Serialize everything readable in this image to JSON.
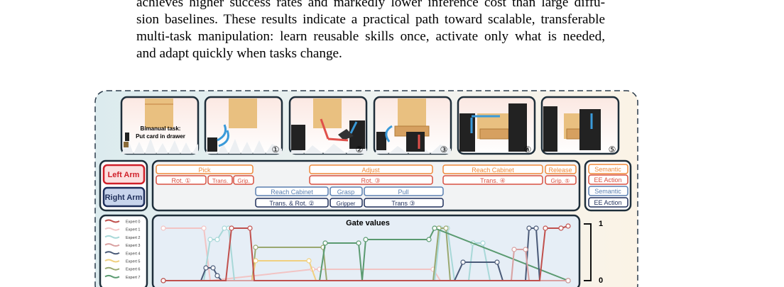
{
  "paragraph": {
    "lines": [
      "achieves higher success rates and markedly lower inference cost than large diffu-",
      "sion baselines. These results indicate a practical path toward scalable, transferable",
      "multi-task manipulation: learn reusable skills once, activate only what is needed,",
      "and adapt quickly when tasks change."
    ]
  },
  "figure": {
    "task_label_line1": "Bimanual task:",
    "task_label_line2": "Put card in drawer",
    "step_numbers": [
      "①",
      "②",
      "③",
      "④",
      "⑤"
    ],
    "arm_labels": {
      "left": "Left Arm",
      "right": "Right Arm"
    },
    "left_arm": {
      "semantic": [
        {
          "label": "Pick"
        },
        {
          "label": "Adjust"
        },
        {
          "label": "Reach Cabinet"
        },
        {
          "label": "Release"
        }
      ],
      "actions": [
        {
          "label": "Rot. ①"
        },
        {
          "label": "Trans."
        },
        {
          "label": "Grip."
        },
        {
          "label": "Rot. ③"
        },
        {
          "label": "Trans. ④"
        },
        {
          "label": "Grip. ⑤"
        }
      ]
    },
    "right_arm": {
      "semantic": [
        {
          "label": "Reach Cabinet"
        },
        {
          "label": "Grasp"
        },
        {
          "label": "Pull"
        }
      ],
      "actions": [
        {
          "label": "Trans. & Rot. ②"
        },
        {
          "label": "Gripper"
        },
        {
          "label": "Trans ③"
        }
      ]
    },
    "legend_key": [
      {
        "label": "Semantic"
      },
      {
        "label": "EE Action"
      },
      {
        "label": "Semantic"
      },
      {
        "label": "EE Action"
      }
    ],
    "experts": [
      {
        "name": "Expert 0",
        "color": "#c0504d"
      },
      {
        "name": "Expert 1",
        "color": "#f2c4c4"
      },
      {
        "name": "Expert 2",
        "color": "#a8d8d8"
      },
      {
        "name": "Expert 3",
        "color": "#d9a0a0"
      },
      {
        "name": "Expert 4",
        "color": "#4a5a78"
      },
      {
        "name": "Expert 5",
        "color": "#f0d080"
      },
      {
        "name": "Expert 6",
        "color": "#9aa870"
      },
      {
        "name": "Expert 7",
        "color": "#5a9a70"
      }
    ],
    "gate_title": "Gate values",
    "y_max_label": "1",
    "y_min_label": "0",
    "colors": {
      "left_arm": "#d0202a",
      "right_arm": "#1e2e5a",
      "left_semantic": "#ef8a3a",
      "left_action": "#d85040",
      "right_semantic": "#5a7fb0",
      "right_action": "#1e2e5a"
    }
  }
}
